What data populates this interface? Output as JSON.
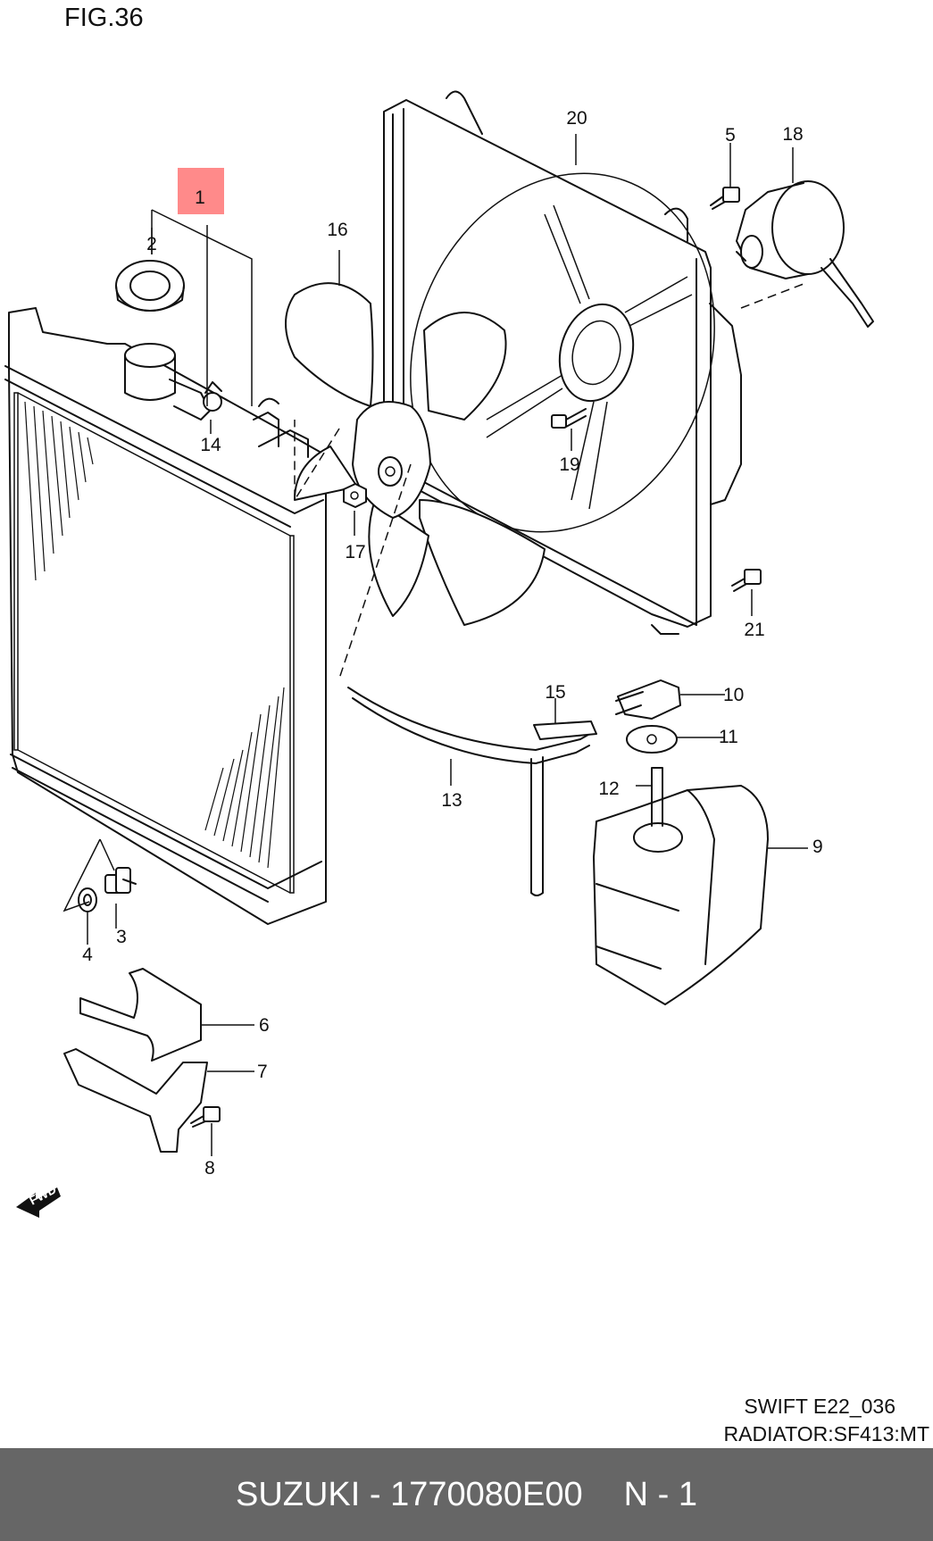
{
  "figure": {
    "title": "FIG.36"
  },
  "callouts": {
    "1": "1",
    "2": "2",
    "3": "3",
    "4": "4",
    "5": "5",
    "6": "6",
    "7": "7",
    "8": "8",
    "9": "9",
    "10": "10",
    "11": "11",
    "12": "12",
    "13": "13",
    "14": "14",
    "15": "15",
    "16": "16",
    "17": "17",
    "18": "18",
    "19": "19",
    "20": "20",
    "21": "21"
  },
  "highlighted_callout": "1",
  "highlight_color": "#ff8a8a",
  "fwd_label": "FWD",
  "caption": {
    "model": "SWIFT E22_036",
    "section": "RADIATOR:SF413:MT"
  },
  "footer": {
    "part": "SUZUKI - 1770080E00",
    "qty": "N - 1"
  },
  "footer_color": "#666666"
}
